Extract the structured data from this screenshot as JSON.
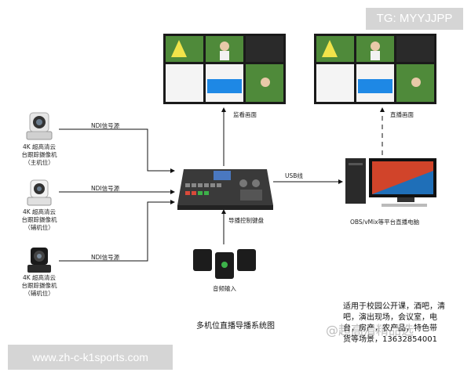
{
  "badge": {
    "tg": "TG: MYYJJPP"
  },
  "footer": {
    "url": "www.zh-c-k1sports.com"
  },
  "monitor_label": "监看画面",
  "live_label": "直播画面",
  "usb_label": "USB线",
  "switcher_label": "导播控制键盘",
  "audio_label": "音频输入",
  "pc_label": "OBS/vMix等平台直播电脑",
  "diagram_title": "多机位直播导播系统图",
  "cameras": [
    {
      "signal": "NDI信号源",
      "line1": "4K 超高清云",
      "line2": "台跟踪摄像机",
      "line3": "（主机位）"
    },
    {
      "signal": "NDI信号源",
      "line1": "4K 超高清云",
      "line2": "台跟踪摄像机",
      "line3": "（辅机位）"
    },
    {
      "signal": "NDI信号源",
      "line1": "4K 超高清云",
      "line2": "台跟踪摄像机",
      "line3": "（辅机位）"
    }
  ],
  "description": {
    "line1": "适用于校园公开课，酒吧，清",
    "line2": "吧，演出现场，会议室，电",
    "line3": "台，房产，农产品，特色带",
    "line4": "货等场景，13632854001"
  },
  "watermark": "@超高清精品选"
}
